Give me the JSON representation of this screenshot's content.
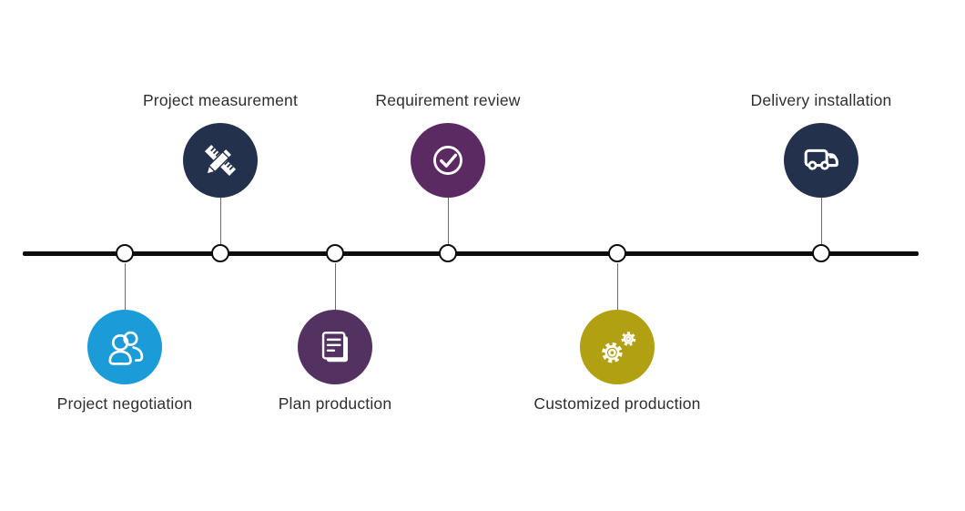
{
  "diagram": {
    "type": "timeline",
    "orientation": "horizontal",
    "background_color": "#ffffff",
    "axis_color": "#0d0d0d",
    "node_fill": "#ffffff",
    "node_border_color": "#0d0d0d",
    "connector_color": "#6b6b6b",
    "label_color": "#2e2e2e",
    "steps": [
      {
        "label": "Project negotiation",
        "side": "below",
        "color": "#1b9cd8",
        "icon": "people-icon"
      },
      {
        "label": "Project measurement",
        "side": "above",
        "color": "#24314d",
        "icon": "ruler-pencil-icon"
      },
      {
        "label": "Plan production",
        "side": "below",
        "color": "#533262",
        "icon": "document-icon"
      },
      {
        "label": "Requirement review",
        "side": "above",
        "color": "#5c2a62",
        "icon": "check-circle-icon"
      },
      {
        "label": "Customized production",
        "side": "below",
        "color": "#b1a011",
        "icon": "gears-icon"
      },
      {
        "label": "Delivery installation",
        "side": "above",
        "color": "#24314d",
        "icon": "truck-icon"
      }
    ]
  }
}
